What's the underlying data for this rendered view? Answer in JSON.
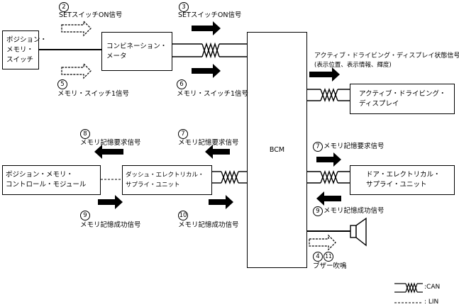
{
  "boxes": {
    "pos_switch": "ポジション・\nメモリ・\nスイッチ",
    "combination_meter": "コンビネーション・\nメータ",
    "bcm": "BCM",
    "active_display": "アクティブ・ドライビング・\nディスプレイ",
    "pos_module": "ポジション・メモリ・\nコントロール・モジュール",
    "dash_supply": "ダッシュ・エレクトリカル・\nサプライ・ユニット",
    "door_supply": "ドア・エレクトリカル・\nサプライ・ユニット"
  },
  "signals": {
    "s2_num": "2",
    "s2": "SETスイッチON信号",
    "s3_num": "3",
    "s3": "SETスイッチON信号",
    "s5_num": "5",
    "s5": "メモリ・スイッチ1信号",
    "s6_num": "6",
    "s6": "メモリ・スイッチ1信号",
    "active_state": "アクティブ・ドライビング・ディスプレイ状態信号",
    "active_state_sub": "(表示位置、表示情報、輝度)",
    "s8_num": "8",
    "s8": "メモリ記憶要求信号",
    "s7a_num": "7",
    "s7a": "メモリ記憶要求信号",
    "s7b_num": "7",
    "s7b": "メモリ記憶要求信号",
    "s9a_num": "9",
    "s9a": "メモリ記憶成功信号",
    "s10_num": "10",
    "s10": "メモリ記憶成功信号",
    "s9b_num": "9",
    "s9b": "メモリ記憶成功信号",
    "s4_num": "4",
    "s11_num": "11",
    "buzzer": "ブザー吹鳴"
  },
  "legend": {
    "can": ":CAN",
    "lin": ": LIN"
  },
  "colors": {
    "line": "#000000",
    "background": "#ffffff"
  }
}
